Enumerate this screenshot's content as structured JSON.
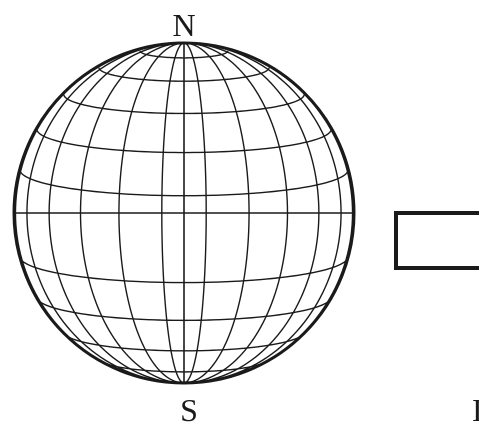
{
  "labels": {
    "north": "N",
    "south": "S",
    "cut_off": "I"
  },
  "globe": {
    "meridian_count": 12,
    "latitude_count": 11
  },
  "colors": {
    "ink": "#1a1a1a",
    "background": "#ffffff"
  }
}
